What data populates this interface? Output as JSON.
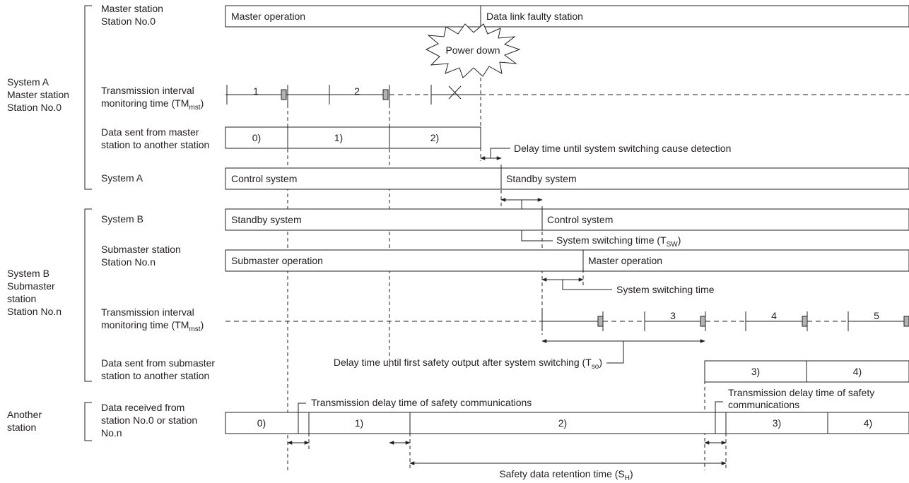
{
  "group_labels": {
    "system_a": [
      "System A",
      "Master station",
      "Station No.0"
    ],
    "system_b": [
      "System B",
      "Submaster",
      "station",
      "Station No.n"
    ],
    "another": [
      "Another",
      "station"
    ]
  },
  "row_labels": {
    "master_station": [
      "Master station",
      "Station No.0"
    ],
    "tm_a": [
      "Transmission interval",
      "monitoring time (TM",
      "mst",
      ")"
    ],
    "data_sent_master": [
      "Data sent from master",
      "station to another station"
    ],
    "system_a": "System A",
    "system_b": "System B",
    "submaster_station": [
      "Submaster station",
      "Station No.n"
    ],
    "tm_b": [
      "Transmission interval",
      "monitoring time (TM",
      "mst",
      ")"
    ],
    "data_sent_submaster": [
      "Data sent from submaster",
      "station to another station"
    ],
    "data_received": [
      "Data received from",
      "station No.0 or station",
      "No.n"
    ]
  },
  "bars": {
    "master_operation": "Master operation",
    "data_link_faulty": "Data link faulty station",
    "master_sent": [
      "0)",
      "1)",
      "2)"
    ],
    "system_a_control": "Control system",
    "system_a_standby": "Standby system",
    "system_b_standby": "Standby system",
    "system_b_control": "Control system",
    "submaster_operation": "Submaster operation",
    "submaster_master_operation": "Master operation",
    "submaster_sent": [
      "3)",
      "4)"
    ],
    "received": [
      "0)",
      "1)",
      "2)",
      "3)",
      "4)"
    ]
  },
  "tm_a_ticks": [
    "1",
    "2"
  ],
  "tm_b_ticks": [
    "3",
    "4",
    "5"
  ],
  "power_down": "Power down",
  "annotations": {
    "delay_detection": "Delay time until system switching cause detection",
    "switching_time_tsw": [
      "System switching time (T",
      "SW",
      ")"
    ],
    "switching_time": "System switching time",
    "delay_first_output": [
      "Delay time until first safety output after system switching (T",
      "so",
      ")"
    ],
    "trans_delay_1": "Transmission delay time of safety communications",
    "trans_delay_2": [
      "Transmission delay time of safety",
      "communications"
    ],
    "retention": [
      "Safety data retention time (S",
      "H",
      ")"
    ]
  },
  "colors": {
    "line": "#231f20",
    "marker_fill": "#b3b3b3",
    "background": "#ffffff"
  }
}
